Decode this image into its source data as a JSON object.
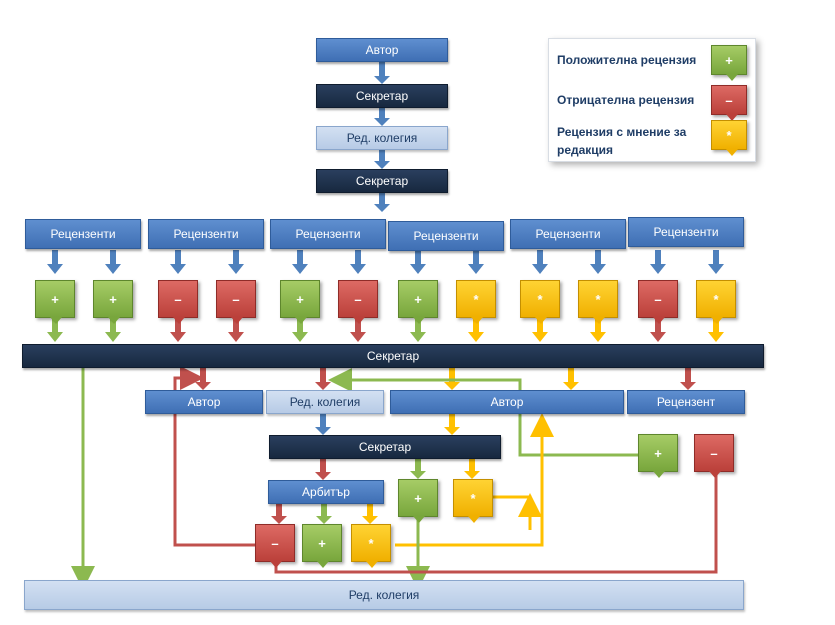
{
  "legend": {
    "positive": "Положителна рецензия",
    "negative": "Отрицателна рецензия",
    "opinion": "Рецензия с  мнение за редакция"
  },
  "badge_symbols": {
    "positive": "+",
    "negative": "–",
    "opinion": "*"
  },
  "top_flow": {
    "author": "Автор",
    "secretary_1": "Секретар",
    "editorial_board": "Ред. колегия",
    "secretary_2": "Секретар"
  },
  "reviewers_label": "Рецензенти",
  "reviewer_groups": [
    [
      "positive",
      "positive"
    ],
    [
      "negative",
      "negative"
    ],
    [
      "positive",
      "negative"
    ],
    [
      "positive",
      "opinion"
    ],
    [
      "opinion",
      "opinion"
    ],
    [
      "negative",
      "opinion"
    ]
  ],
  "secretary_bar": "Секретар",
  "middle_row": {
    "author_left": "Автор",
    "editorial_board": "Ред. колегия",
    "author_center": "Автор",
    "reviewer": "Рецензент"
  },
  "secretary_lower": "Секретар",
  "arbiter": "Арбитър",
  "bottom_bar": "Ред. колегия",
  "colors": {
    "positive": "#8cb950",
    "negative": "#c0504d",
    "opinion": "#ffc000",
    "blue": "#4f81bd",
    "navy": "#1f3050",
    "light": "#c6d6ec"
  }
}
